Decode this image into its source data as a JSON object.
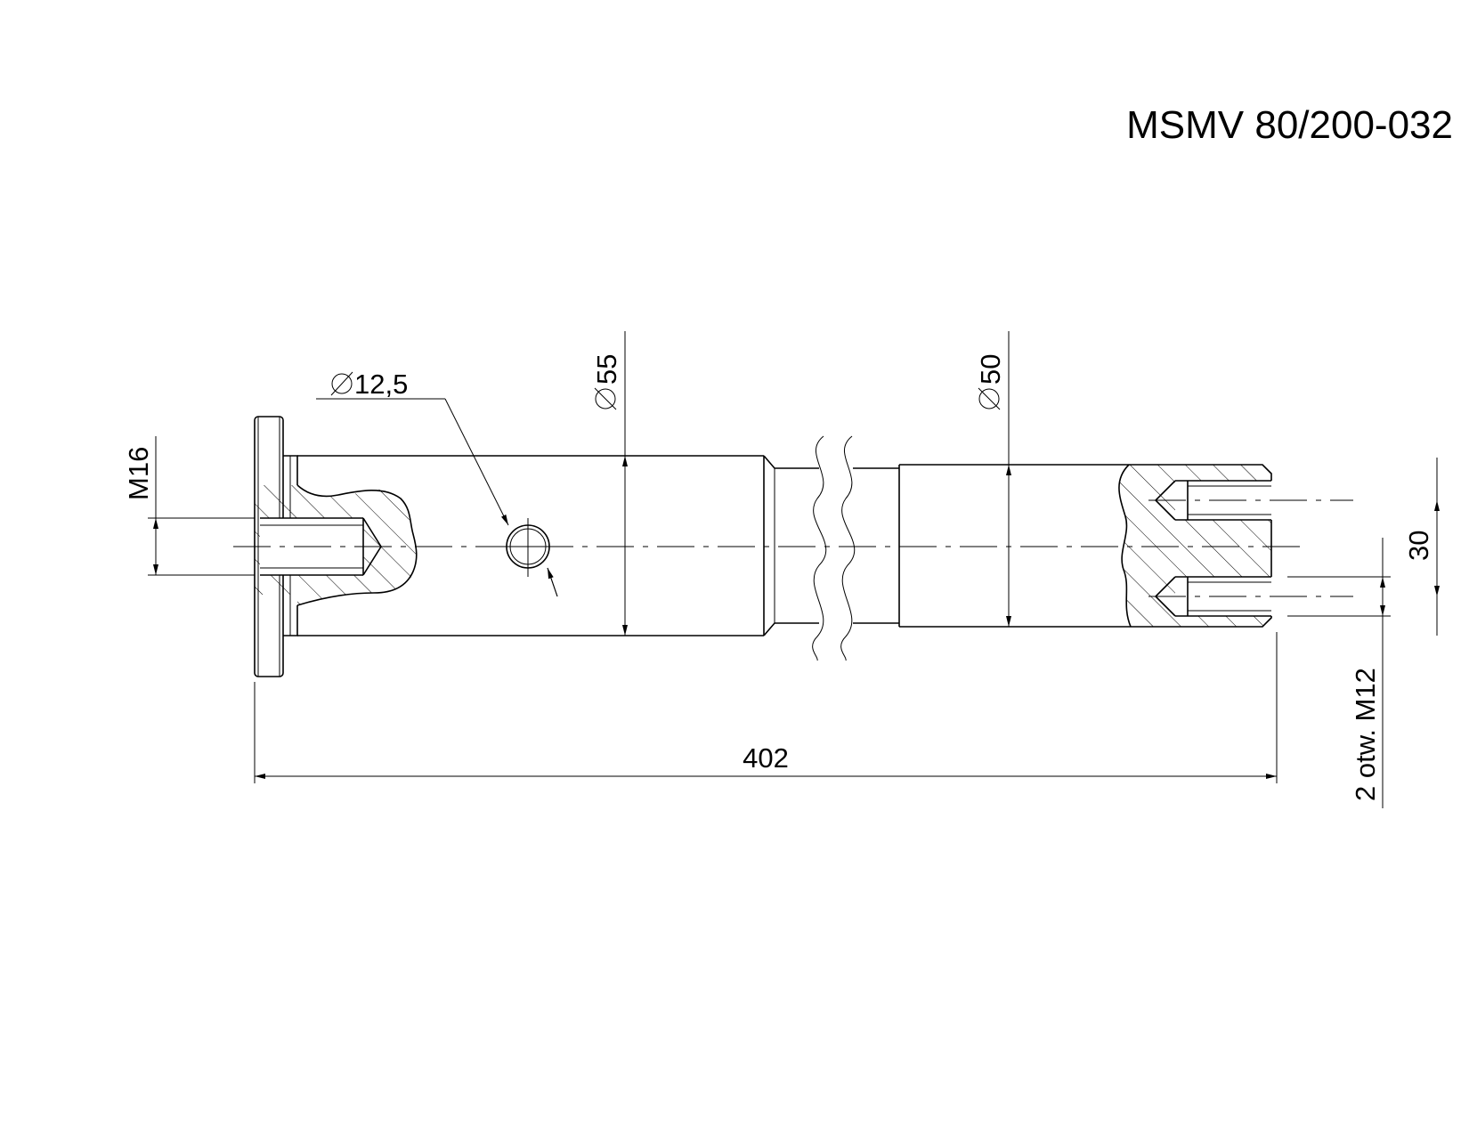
{
  "title": "MSMV 80/200-032",
  "dimensions": {
    "overall_length": "402",
    "diameter_1": "55",
    "diameter_2": "50",
    "hole_diameter": "12,5",
    "thread_left": "M16",
    "hole_spacing": "30",
    "thread_right": "2 otw. M12"
  },
  "symbols": {
    "diameter": "diameter-symbol"
  },
  "colors": {
    "line": "#000000",
    "background": "#ffffff"
  }
}
